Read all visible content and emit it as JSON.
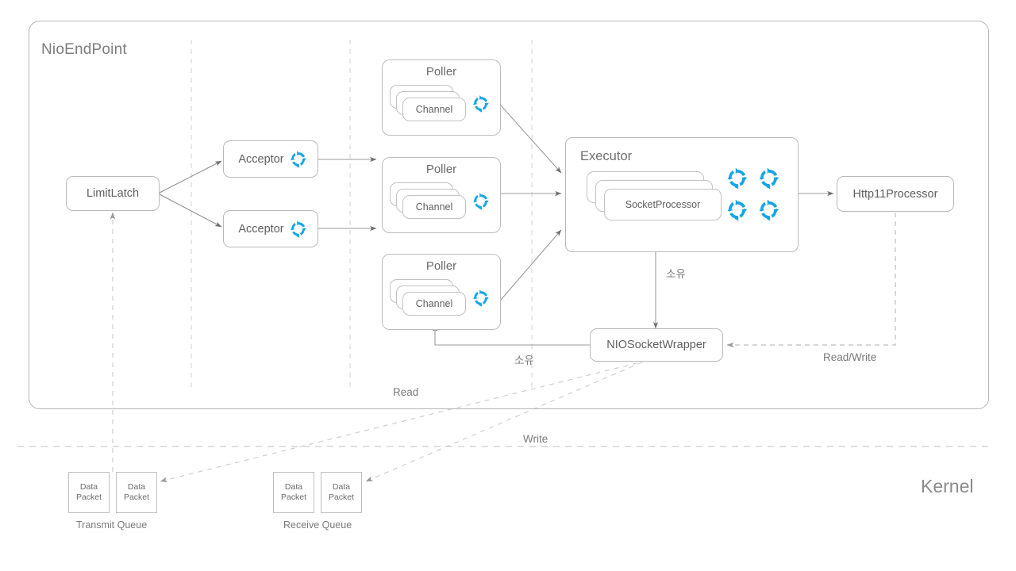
{
  "diagram": {
    "title": "NioEndPoint",
    "kernel_label": "Kernel",
    "edge_labels": {
      "read": "Read",
      "write": "Write",
      "read_write": "Read/Write",
      "own_executor": "소유",
      "own_poller": "소유"
    }
  },
  "nodes": {
    "limit_latch": "LimitLatch",
    "acceptor_1": "Acceptor",
    "acceptor_2": "Acceptor",
    "poller_title": "Poller",
    "channel_label": "Channel",
    "executor_title": "Executor",
    "socket_processor": "SocketProcessor",
    "http_processor": "Http11Processor",
    "socket_wrapper": "NIOSocketWrapper"
  },
  "pollers": [
    {
      "title": "Poller",
      "channel": "Channel"
    },
    {
      "title": "Poller",
      "channel": "Channel"
    },
    {
      "title": "Poller",
      "channel": "Channel"
    }
  ],
  "queues": [
    {
      "name": "Transmit Queue",
      "packets": [
        {
          "line1": "Data",
          "line2": "Packet"
        },
        {
          "line1": "Data",
          "line2": "Packet"
        }
      ]
    },
    {
      "name": "Receive Queue",
      "packets": [
        {
          "line1": "Data",
          "line2": "Packet"
        },
        {
          "line1": "Data",
          "line2": "Packet"
        }
      ]
    }
  ],
  "colors": {
    "thread_icon": "#14a5e8",
    "border": "#b9b9b9",
    "text": "#6b6b6b",
    "guide": "#d8d8d8"
  }
}
